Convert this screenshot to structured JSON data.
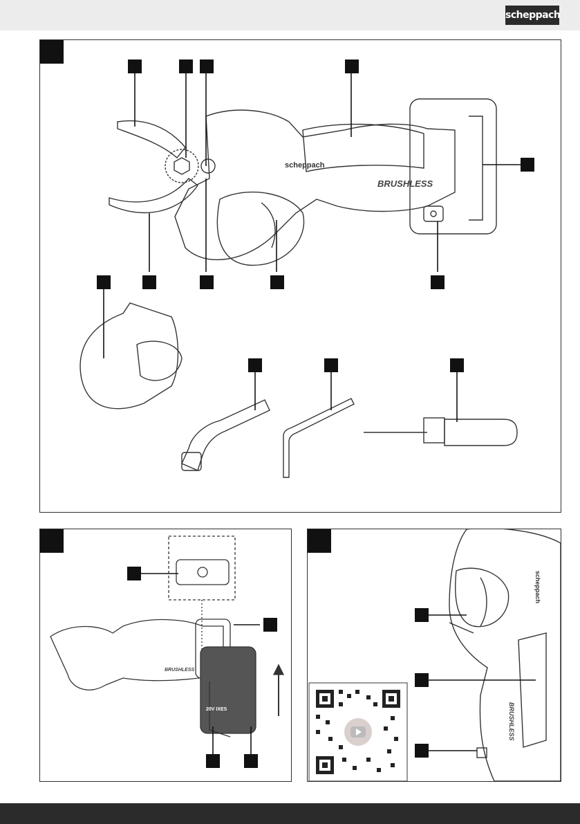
{
  "header": {
    "brand_logo_text": "scheppach"
  },
  "figure1": {
    "tool_brand_text": "scheppach",
    "tool_label_text": "BRUSHLESS",
    "callout_count": 14
  },
  "figure2": {
    "tool_label_text": "BRUSHLESS",
    "battery_label_text": "20V IXES",
    "callout_count": 4
  },
  "figure3": {
    "tool_brand_text": "scheppach",
    "tool_label_text": "BRUSHLESS",
    "qr_icon": "video-play-icon",
    "callout_count": 3
  },
  "colors": {
    "bar": "#2b2b2b",
    "topbar": "#ececec",
    "line": "#2e2e2e",
    "badge": "#111111"
  }
}
